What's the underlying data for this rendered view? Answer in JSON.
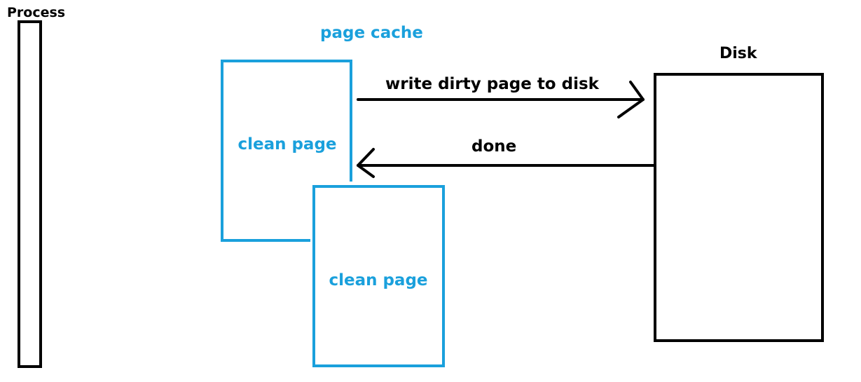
{
  "process": {
    "label": "Process"
  },
  "page_cache": {
    "label": "page cache",
    "pages": [
      {
        "label": "clean page"
      },
      {
        "label": "clean page"
      }
    ]
  },
  "disk": {
    "label": "Disk"
  },
  "arrows": {
    "write": {
      "label": "write dirty page to disk"
    },
    "done": {
      "label": "done"
    }
  },
  "colors": {
    "blue": "#1aa0dc",
    "black": "#000000",
    "white": "#ffffff"
  }
}
